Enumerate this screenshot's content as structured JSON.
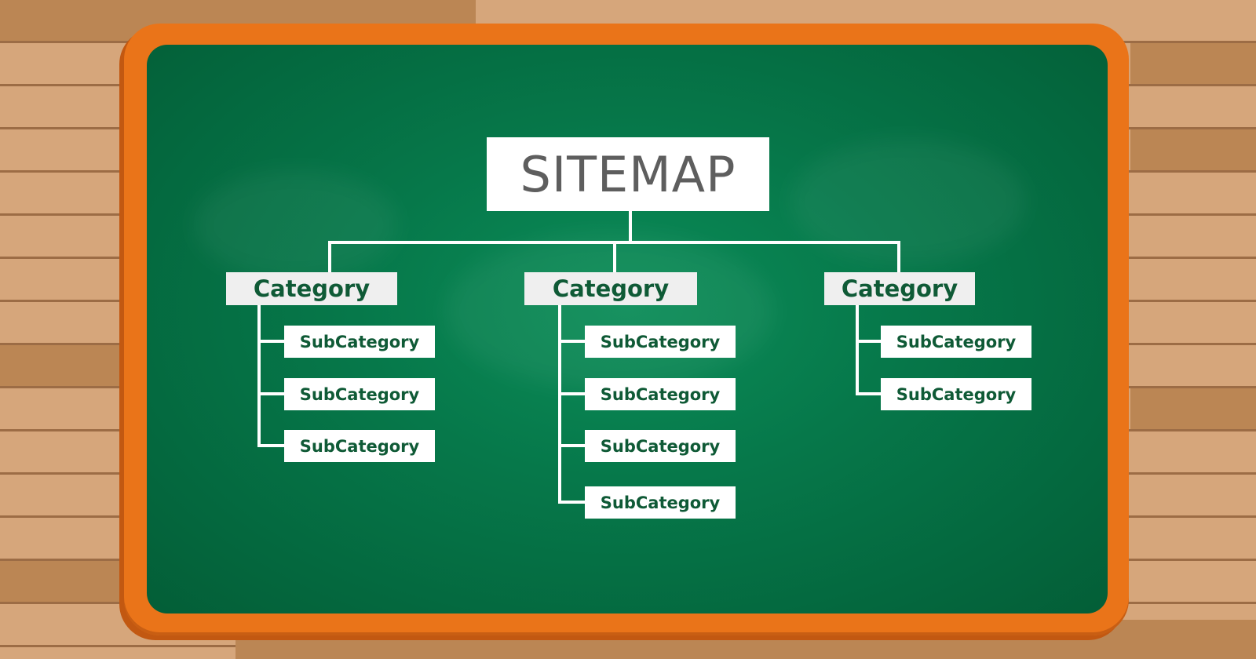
{
  "title": "SITEMAP",
  "categories": [
    {
      "label": "Category",
      "subcategories": [
        "SubCategory",
        "SubCategory",
        "SubCategory"
      ]
    },
    {
      "label": "Category",
      "subcategories": [
        "SubCategory",
        "SubCategory",
        "SubCategory",
        "SubCategory"
      ]
    },
    {
      "label": "Category",
      "subcategories": [
        "SubCategory",
        "SubCategory"
      ]
    }
  ],
  "colors": {
    "board": "#06784a",
    "frame": "#ea7419",
    "wood": "#d6a67b",
    "text_dark_green": "#0f5a36",
    "title_text": "#5e5e5e"
  }
}
